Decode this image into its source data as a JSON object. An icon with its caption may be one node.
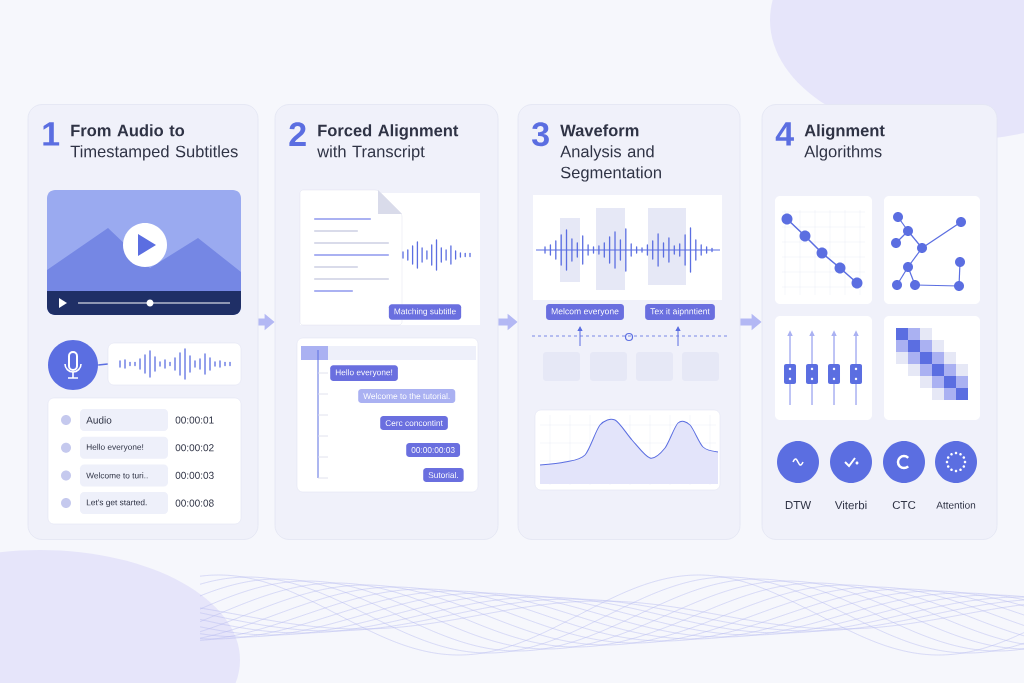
{
  "diagram": {
    "nodes": [
      {
        "text": [
          "1",
          "**From Audio to** Timestamped Subtitles"
        ]
      },
      {
        "text": [
          "2",
          "**Forced Alignment** with Transcript"
        ]
      },
      {
        "text": [
          "3",
          "**Waveform** Analysis and Segmentation"
        ]
      },
      {
        "text": [
          "4",
          "**Alignment** Algorithms"
        ]
      },
      {
        "text": [],
        "shape": "circle",
        "in": 0
      },
      {
        "text": [],
        "shape": "picture",
        "in": 0
      },
      {
        "text": [
          "Audio",
          "00:00:01",
          "Hello everyone!",
          "00:00:02",
          "Welcome to turi..",
          "00:00:03",
          "Let's get started.",
          "00:00:08"
        ],
        "in": 0
      },
      {
        "text": [
          "Matching subtitle"
        ],
        "in": 1
      },
      {
        "text": [],
        "shape": "box",
        "in": 1
      },
      {
        "text": [
          "Hello everyone!"
        ],
        "in": 8
      },
      {
        "text": [
          "Welcome to the tutorial."
        ],
        "in": 8
      },
      {
        "text": [
          "Cerc concontint"
        ],
        "in": 8
      },
      {
        "text": [
          "00:00:00:03"
        ],
        "in": 8
      },
      {
        "text": [
          "Sutorial."
        ],
        "in": 8
      },
      {
        "text": [
          "Melcom everyone"
        ],
        "in": 2
      },
      {
        "text": [
          "Tex it aipnntient"
        ],
        "in": 2
      }
    ],
    "edges": [
      {
        "from": 0,
        "to": 1,
        "arrow": "to"
      },
      {
        "from": 1,
        "to": 2,
        "arrow": "to"
      },
      {
        "from": 2,
        "to": 3,
        "arrow": "to"
      },
      {
        "from": 4,
        "to": 5,
        "arrow": "none"
      }
    ],
    "labels": [
      "DTW",
      "Viterbi",
      "CTC",
      "Attention"
    ]
  }
}
